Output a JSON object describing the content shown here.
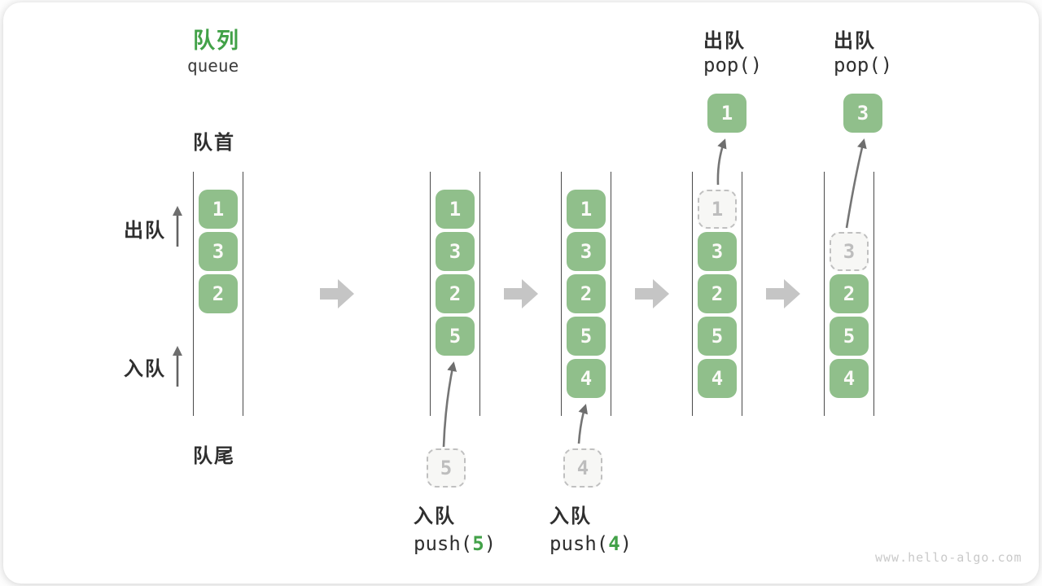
{
  "header": {
    "title_zh": "队列",
    "title_en": "queue"
  },
  "labels": {
    "front": "队首",
    "rear": "队尾",
    "dequeue": "出队",
    "enqueue": "入队"
  },
  "ops": {
    "push5": {
      "zh": "入队",
      "fn_open": "push(",
      "arg": "5",
      "fn_close": ")"
    },
    "push4": {
      "zh": "入队",
      "fn_open": "push(",
      "arg": "4",
      "fn_close": ")"
    },
    "pop1": {
      "zh": "出队",
      "fn": "pop()"
    },
    "pop2": {
      "zh": "出队",
      "fn": "pop()"
    }
  },
  "queues": {
    "s1": {
      "cells": [
        "1",
        "3",
        "2"
      ]
    },
    "s2": {
      "cells": [
        "1",
        "3",
        "2",
        "5"
      ],
      "ghost": "5"
    },
    "s3": {
      "cells": [
        "1",
        "3",
        "2",
        "5",
        "4"
      ],
      "ghost": "4"
    },
    "s4": {
      "popped": "1",
      "ghost": "1",
      "cells": [
        "3",
        "2",
        "5",
        "4"
      ]
    },
    "s5": {
      "popped": "3",
      "ghost": "3",
      "cells": [
        "2",
        "5",
        "4"
      ]
    }
  },
  "watermark": "www.hello-algo.com",
  "colors": {
    "green_box": "#90BF8B",
    "accent_green": "#42A148",
    "rail": "#4A4A4A",
    "block_arrow": "#C5C5C5",
    "flow_arrow": "#757575",
    "dashed_border": "#C0C0C0",
    "dashed_text": "#BDBDBD"
  }
}
